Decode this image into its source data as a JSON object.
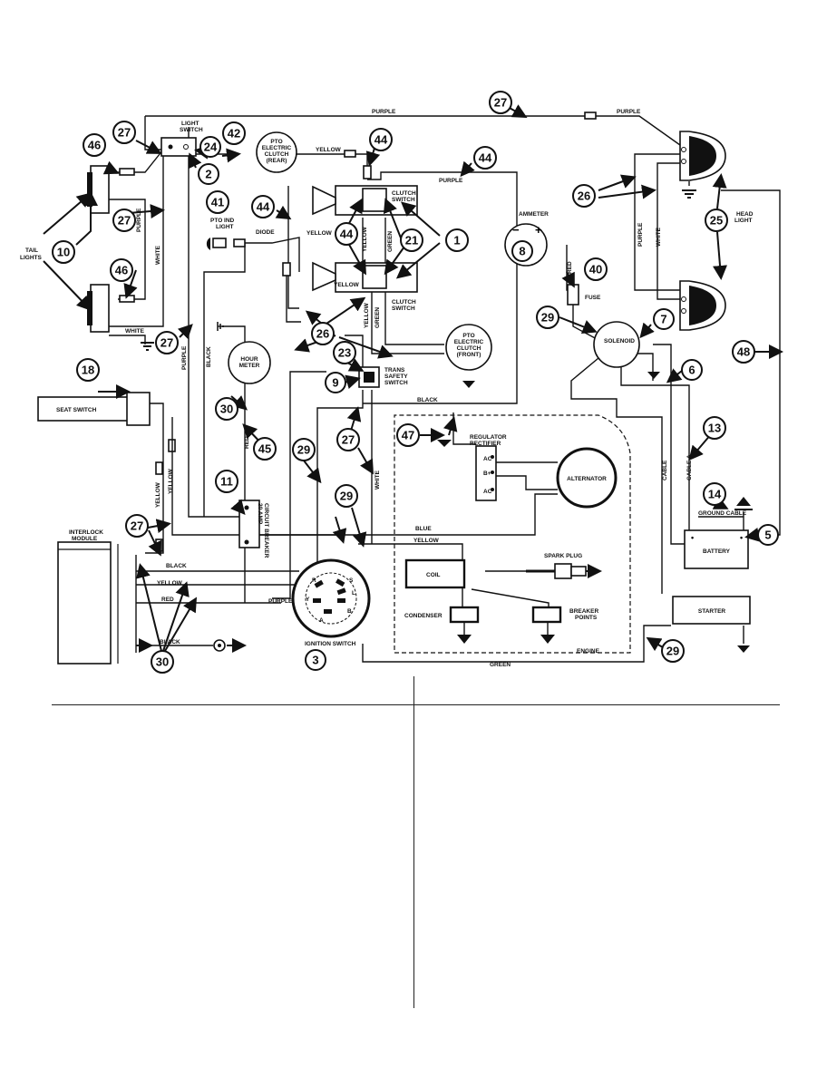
{
  "components": {
    "light_switch": "LIGHT\nSWITCH",
    "pto_clutch_rear": "PTO\nELECTRIC\nCLUTCH\n(REAR)",
    "pto_clutch_front": "PTO\nELECTRIC\nCLUTCH\n(FRONT)",
    "clutch_switch_top": "CLUTCH\nSWITCH",
    "clutch_switch_bottom": "CLUTCH\nSWITCH",
    "ammeter": "AMMETER",
    "fuse": "FUSE",
    "solenoid": "SOLENOID",
    "head_light": "HEAD\nLIGHT",
    "tail_lights": "TAIL\nLIGHTS",
    "pto_ind_light": "PTO IND\nLIGHT",
    "diode": "DIODE",
    "hour_meter": "HOUR\nMETER",
    "trans_safety_switch": "TRANS\nSAFETY\nSWITCH",
    "seat_switch": "SEAT SWITCH",
    "circuit_breaker": "CIRCUIT BREAKER\n20 AMP",
    "regulator_rectifier": "REGULATOR\nRECTIFIER",
    "alternator": "ALTERNATOR",
    "ground_cable": "GROUND CABLE",
    "battery": "BATTERY",
    "interlock_module": "INTERLOCK\nMODULE",
    "coil": "COIL",
    "spark_plug": "SPARK PLUG",
    "condenser": "CONDENSER",
    "breaker_points": "BREAKER\nPOINTS",
    "starter": "STARTER",
    "ignition_switch": "IGNITION SWITCH",
    "engine": "ENGINE",
    "reg_ac1": "AC",
    "reg_b": "B+",
    "reg_ac2": "AC"
  },
  "wires": {
    "purple": "PURPLE",
    "yellow": "YELLOW",
    "white": "WHITE",
    "black": "BLACK",
    "green": "GREEN",
    "red": "RED",
    "blue": "BLUE",
    "cable": "CABLE",
    "cable_a": "CABLE A"
  },
  "ignition_terminals": [
    "Y",
    "S",
    "A",
    "B",
    "R",
    "L"
  ],
  "callouts": [
    "27",
    "46",
    "27",
    "24",
    "42",
    "2",
    "44",
    "44",
    "41",
    "44",
    "1",
    "21",
    "44",
    "26",
    "25",
    "8",
    "40",
    "27",
    "10",
    "46",
    "29",
    "7",
    "27",
    "26",
    "23",
    "48",
    "6",
    "18",
    "9",
    "30",
    "47",
    "13",
    "45",
    "29",
    "27",
    "11",
    "29",
    "14",
    "5",
    "27",
    "30",
    "3",
    "29"
  ]
}
